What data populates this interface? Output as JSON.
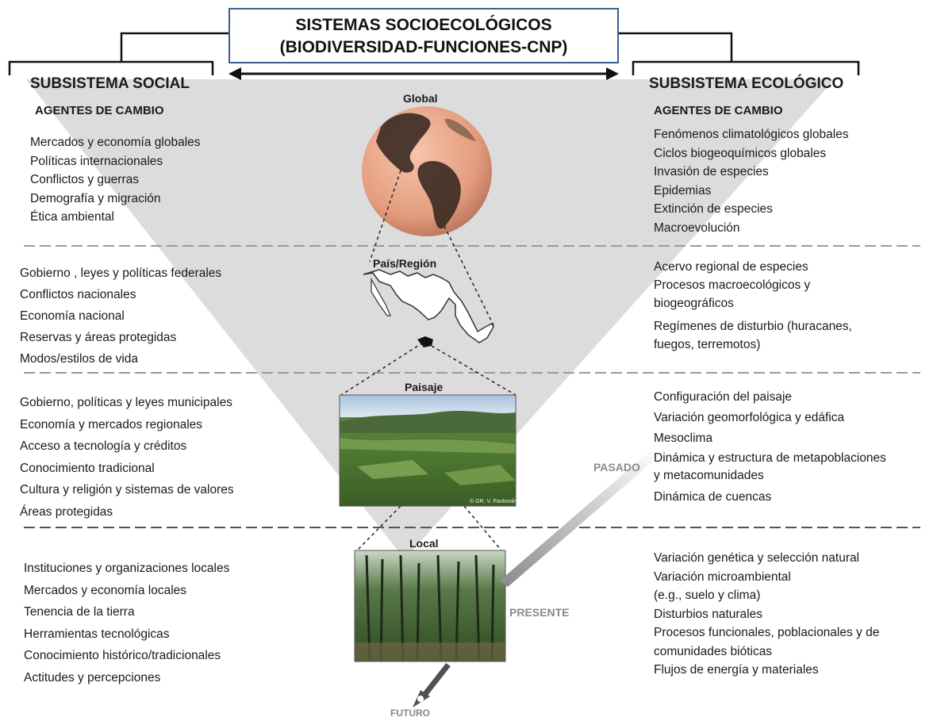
{
  "title": {
    "line1": "SISTEMAS SOCIOECOLÓGICOS",
    "line2": "(BIODIVERSIDAD-FUNCIONES-CNP)"
  },
  "social": {
    "header": "SUBSISTEMA SOCIAL",
    "agents_label": "AGENTES DE CAMBIO",
    "global": [
      "Mercados y economía globales",
      "Políticas internacionales",
      "Conflictos y guerras",
      "Demografía y migración",
      "Ética ambiental"
    ],
    "region": [
      "Gobierno , leyes y políticas federales",
      "Conflictos nacionales",
      "Economía nacional",
      "Reservas y áreas protegidas",
      "Modos/estilos de vida"
    ],
    "landscape": [
      "Gobierno, políticas y leyes municipales",
      "Economía y mercados regionales",
      "Acceso a tecnología y créditos",
      "Conocimiento tradicional",
      "Cultura y religión y sistemas de valores",
      "Áreas protegidas"
    ],
    "local": [
      "Instituciones y organizaciones locales",
      "Mercados y economía locales",
      "Tenencia de la tierra",
      "Herramientas tecnológicas",
      "Conocimiento histórico/tradicionales",
      "Actitudes y percepciones"
    ]
  },
  "ecological": {
    "header": "SUBSISTEMA ECOLÓGICO",
    "agents_label": "AGENTES DE CAMBIO",
    "global": [
      "Fenómenos climatológicos globales",
      "Ciclos biogeoquímicos globales",
      "Invasión de especies",
      "Epidemias",
      "Extinción de especies",
      "Macroevolución"
    ],
    "region": [
      "Acervo regional de especies",
      "Procesos macroecológicos y",
      "biogeográficos",
      "Regímenes de disturbio (huracanes,",
      "fuegos, terremotos)"
    ],
    "landscape": [
      "Configuración del paisaje",
      "Variación geomorfológica y edáfica",
      "Mesoclima",
      "Dinámica y estructura de metapoblaciones",
      "y metacomunidades",
      "Dinámica de cuencas"
    ],
    "local": [
      "Variación genética y selección natural",
      "Variación microambiental",
      "(e.g., suelo y clima)",
      "Disturbios naturales",
      "Procesos funcionales, poblacionales y de",
      "comunidades bióticas",
      "Flujos de energía  y materiales"
    ]
  },
  "levels": {
    "global": "Global",
    "region": "País/Región",
    "landscape": "Paisaje",
    "local": "Local"
  },
  "time": {
    "past": "PASADO",
    "present": "PRESENTE",
    "future": "FUTURO"
  },
  "photo_credit": "© GR. V. Pavlovsky",
  "colors": {
    "title_border": "#3b5f8e",
    "funnel": "#dcdcdc",
    "dashed_line": "#9a9a9a",
    "globe_ocean": "#e8a384",
    "globe_land": "#3a2a22",
    "time_arrow": "#505050",
    "time_label": "#8a8a8a"
  }
}
